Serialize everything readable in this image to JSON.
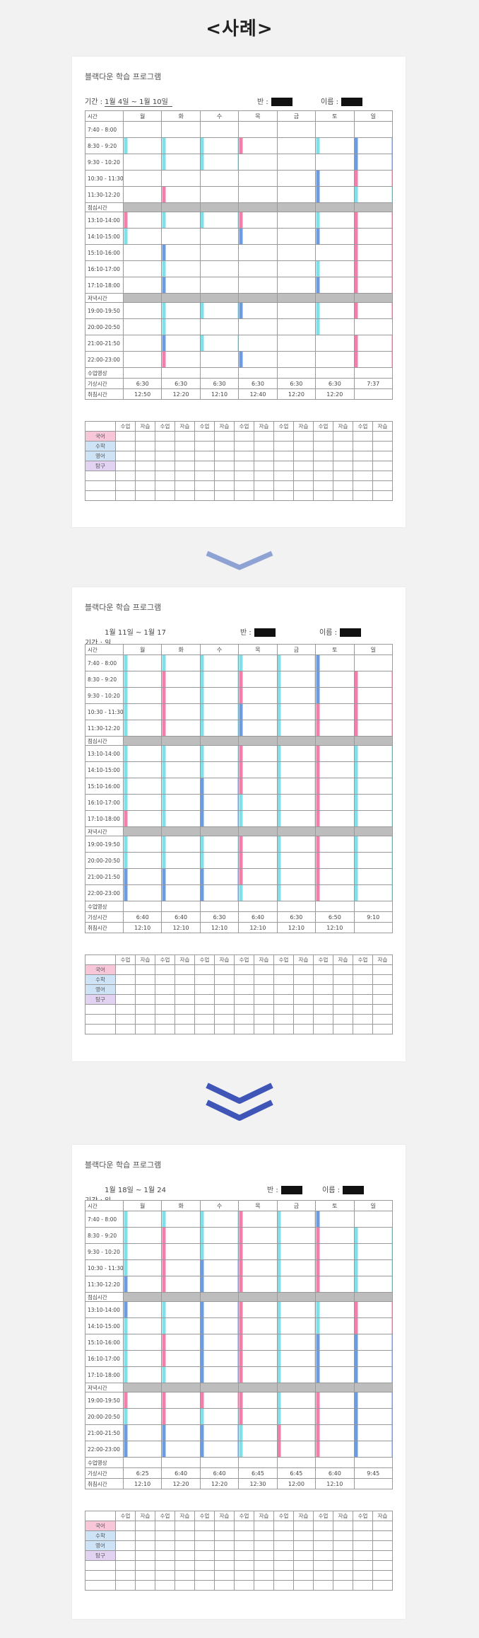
{
  "page": {
    "title": "<사례>"
  },
  "program_title": "블랙다운 학습 프로그램",
  "labels": {
    "period": "기간 :",
    "class": "반 :",
    "name": "이름 :"
  },
  "time_header": "시간",
  "day_header_row": [
    "월",
    "화",
    "수",
    "목",
    "금",
    "토",
    "일"
  ],
  "time_rows": [
    "7:40 - 8:00",
    "8:30 - 9:20",
    "9:30 - 10:20",
    "10:30 - 11:30",
    "11:30-12:20",
    "점심시간",
    "13:10-14:00",
    "14:10-15:00",
    "15:10-16:00",
    "16:10-17:00",
    "17:10-18:00",
    "저녁시간",
    "19:00-19:50",
    "20:00-20:50",
    "21:00-21:50",
    "22:00-23:00",
    "수업영상",
    "기상시간",
    "취침시간"
  ],
  "sub_header": [
    "수업",
    "자습",
    "수업",
    "자습",
    "수업",
    "자습",
    "수업",
    "자습",
    "수업",
    "자습",
    "수업",
    "자습",
    "수업",
    "자습"
  ],
  "sub_rows": [
    "국어",
    "수학",
    "영어",
    "탐구"
  ],
  "weeks": [
    {
      "period_text": "1월 4일 ~ 1월 10일",
      "wake": [
        "6:30",
        "6:30",
        "6:30",
        "6:30",
        "6:30",
        "6:30",
        "7:37"
      ],
      "sleep": [
        "12:50",
        "12:20",
        "12:10",
        "12:40",
        "12:20",
        "12:20",
        ""
      ]
    },
    {
      "period_text": "1월 11일 ~ 1월 17일",
      "wake": [
        "6:40",
        "6:40",
        "6:30",
        "6:40",
        "6:30",
        "6:50",
        "9:10"
      ],
      "sleep": [
        "12:10",
        "12:10",
        "12:10",
        "12:10",
        "12:10",
        "12:10",
        ""
      ]
    },
    {
      "period_text": "1월 18일 ~ 1월 24일",
      "wake": [
        "6:25",
        "6:40",
        "6:40",
        "6:45",
        "6:45",
        "6:40",
        "9:45"
      ],
      "sleep": [
        "12:10",
        "12:20",
        "12:20",
        "12:30",
        "12:00",
        "12:10",
        ""
      ]
    }
  ]
}
